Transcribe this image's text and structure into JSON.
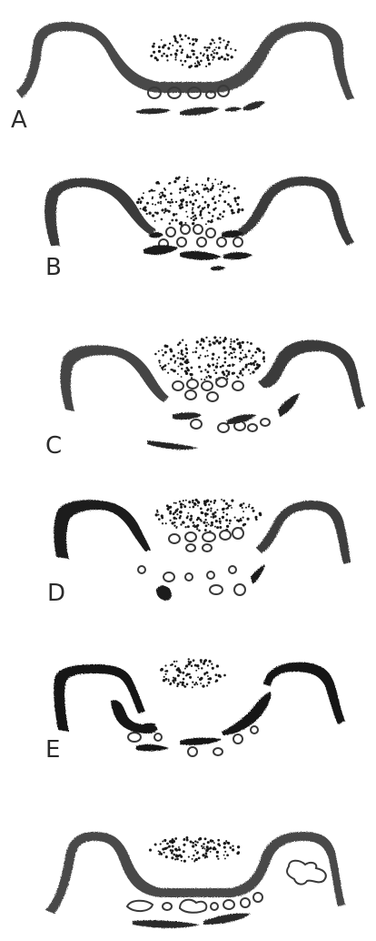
{
  "figure": {
    "panels": [
      {
        "id": "A",
        "label": "A"
      },
      {
        "id": "B",
        "label": "B"
      },
      {
        "id": "C",
        "label": "C"
      },
      {
        "id": "D",
        "label": "D"
      },
      {
        "id": "E",
        "label": "E"
      },
      {
        "id": "F",
        "label": ""
      }
    ],
    "colors": {
      "band": "#4a4a4a",
      "band_dark": "#1f1f1f",
      "dots": "#1a1a1a",
      "outline": "#3a3a3a",
      "background": "#ffffff"
    }
  }
}
